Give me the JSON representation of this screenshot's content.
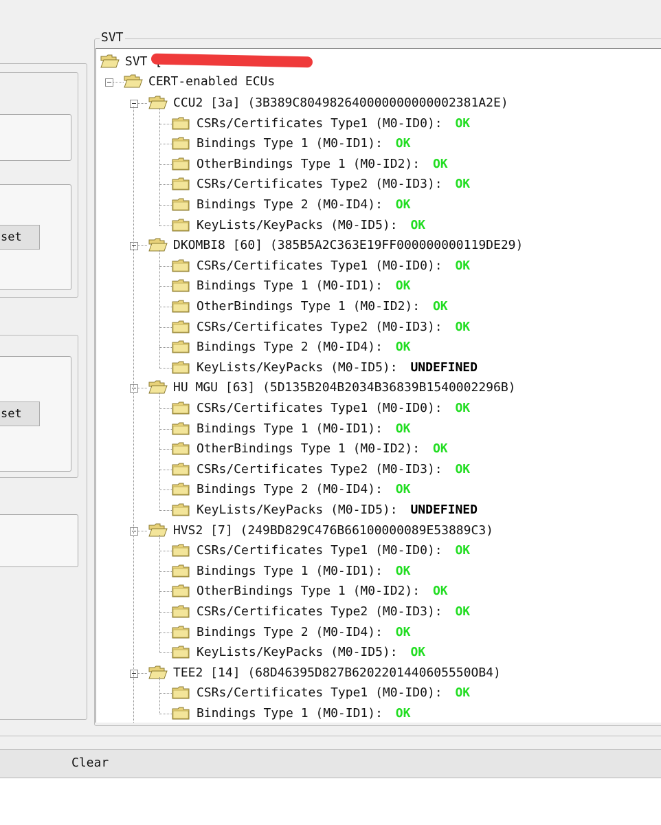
{
  "left_panel": {
    "buttons": [
      "set",
      "set"
    ]
  },
  "svt": {
    "legend": "SVT",
    "root_label": "SVT [",
    "cert_group": "CERT-enabled ECUs",
    "ecus": [
      {
        "header": "CCU2 [3a] (3B389C804982640000000000002381A2E)",
        "items": [
          {
            "label": "CSRs/Certificates Type1 (M0-ID0):",
            "status": "OK"
          },
          {
            "label": "Bindings Type 1 (M0-ID1):",
            "status": "OK"
          },
          {
            "label": "OtherBindings Type 1 (M0-ID2):",
            "status": "OK"
          },
          {
            "label": "CSRs/Certificates Type2 (M0-ID3):",
            "status": "OK"
          },
          {
            "label": "Bindings Type 2 (M0-ID4):",
            "status": "OK"
          },
          {
            "label": "KeyLists/KeyPacks (M0-ID5):",
            "status": "OK"
          }
        ]
      },
      {
        "header": "DKOMBI8 [60] (385B5A2C363E19FF000000000119DE29)",
        "items": [
          {
            "label": "CSRs/Certificates Type1 (M0-ID0):",
            "status": "OK"
          },
          {
            "label": "Bindings Type 1 (M0-ID1):",
            "status": "OK"
          },
          {
            "label": "OtherBindings Type 1 (M0-ID2):",
            "status": "OK"
          },
          {
            "label": "CSRs/Certificates Type2 (M0-ID3):",
            "status": "OK"
          },
          {
            "label": "Bindings Type 2 (M0-ID4):",
            "status": "OK"
          },
          {
            "label": "KeyLists/KeyPacks (M0-ID5):",
            "status": "UNDEFINED"
          }
        ]
      },
      {
        "header": "HU MGU [63] (5D135B204B2034B36839B1540002296B)",
        "items": [
          {
            "label": "CSRs/Certificates Type1 (M0-ID0):",
            "status": "OK"
          },
          {
            "label": "Bindings Type 1 (M0-ID1):",
            "status": "OK"
          },
          {
            "label": "OtherBindings Type 1 (M0-ID2):",
            "status": "OK"
          },
          {
            "label": "CSRs/Certificates Type2 (M0-ID3):",
            "status": "OK"
          },
          {
            "label": "Bindings Type 2 (M0-ID4):",
            "status": "OK"
          },
          {
            "label": "KeyLists/KeyPacks (M0-ID5):",
            "status": "UNDEFINED"
          }
        ]
      },
      {
        "header": "HVS2 [7] (249BD829C476B66100000089E53889C3)",
        "items": [
          {
            "label": "CSRs/Certificates Type1 (M0-ID0):",
            "status": "OK"
          },
          {
            "label": "Bindings Type 1 (M0-ID1):",
            "status": "OK"
          },
          {
            "label": "OtherBindings Type 1 (M0-ID2):",
            "status": "OK"
          },
          {
            "label": "CSRs/Certificates Type2 (M0-ID3):",
            "status": "OK"
          },
          {
            "label": "Bindings Type 2 (M0-ID4):",
            "status": "OK"
          },
          {
            "label": "KeyLists/KeyPacks (M0-ID5):",
            "status": "OK"
          }
        ]
      },
      {
        "header": "TEE2 [14] (68D46395D827B6202201440605550OB4)",
        "items": [
          {
            "label": "CSRs/Certificates Type1 (M0-ID0):",
            "status": "OK"
          },
          {
            "label": "Bindings Type 1 (M0-ID1):",
            "status": "OK"
          }
        ]
      }
    ]
  },
  "footer": {
    "clear_label": "Clear"
  },
  "colors": {
    "ok": "#22dd22",
    "undefined": "#000000",
    "redaction": "#ef3a3a"
  },
  "icons": {
    "tree_node": "folder-icon",
    "expander": "collapse-minus-icon"
  }
}
